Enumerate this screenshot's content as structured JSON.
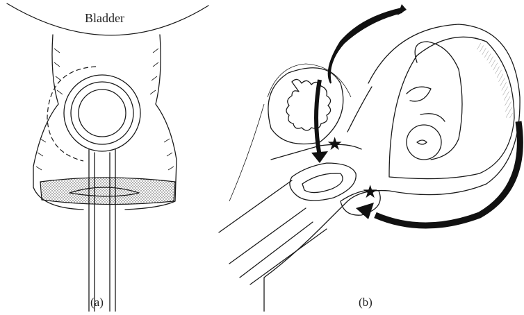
{
  "panel_a": {
    "bladder_label": "Bladder",
    "caption": "(a)"
  },
  "panel_b": {
    "caption": "(b)",
    "markers": [
      "★",
      "★"
    ]
  },
  "colors": {
    "ink": "#1a1a1a",
    "background": "#ffffff",
    "stipple": "#444444"
  }
}
